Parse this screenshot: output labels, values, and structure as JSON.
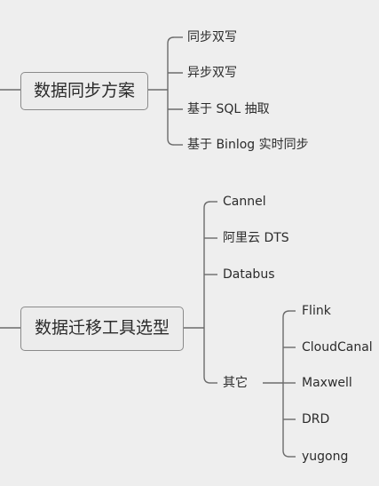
{
  "mindmap": {
    "branch1": {
      "label": "数据同步方案",
      "children": [
        "同步双写",
        "异步双写",
        "基于 SQL 抽取",
        "基于 Binlog 实时同步"
      ]
    },
    "branch2": {
      "label": "数据迁移工具选型",
      "children": [
        "Cannel",
        "阿里云 DTS",
        "Databus",
        "其它"
      ],
      "other_children": [
        "Flink",
        "CloudCanal",
        "Maxwell",
        "DRD",
        "yugong"
      ]
    }
  },
  "colors": {
    "background": "#eeeeee",
    "line": "#6b6b6b",
    "node_border": "#8a8a8a",
    "text": "#2b2b2b"
  }
}
